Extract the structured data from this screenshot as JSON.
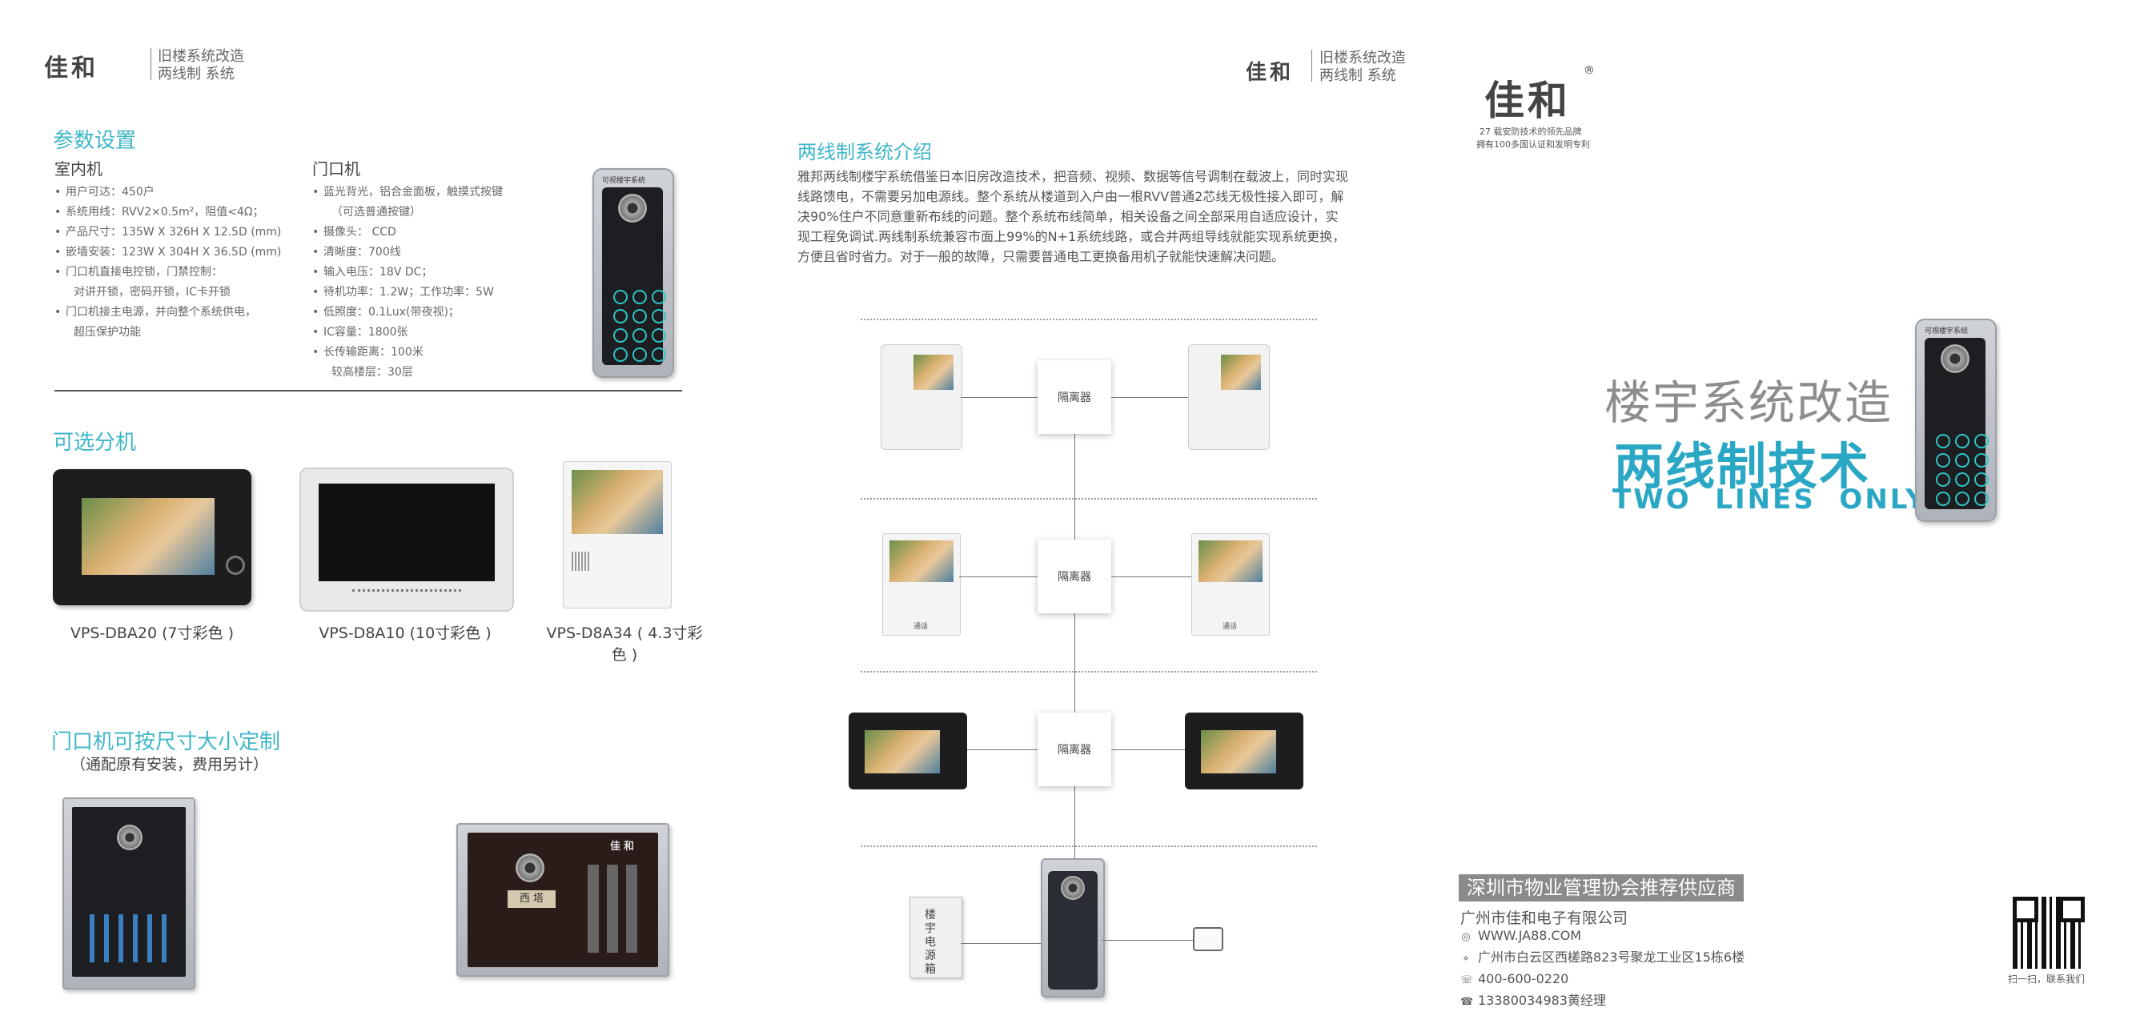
{
  "brand": {
    "logo": "佳和",
    "reg": "®",
    "tag_line1": "旧楼系统改造",
    "tag_line2": "两线制   系统",
    "slogan1": "27 载安防技术的领先品牌",
    "slogan2": "拥有100多国认证和发明专利"
  },
  "params": {
    "title": "参数设置",
    "indoor_title": "室内机",
    "indoor_specs": [
      "用户可达：450户",
      "系统用线：RVV2×0.5m²，阻值<4Ω；",
      "产品尺寸：135W X 326H X 12.5D (mm)",
      "嵌墙安装：123W X 304H X 36.5D (mm)",
      "门口机直接电控锁，门禁控制：",
      "对讲开锁，密码开锁，IC卡开锁",
      "门口机接主电源，并向整个系统供电，",
      "超压保护功能"
    ],
    "door_title": "门口机",
    "door_specs": [
      "蓝光背光，铝合金面板，触摸式按键",
      "（可选普通按键）",
      "摄像头：  CCD",
      "清晰度：700线",
      "输入电压：18V DC；",
      "待机功率：1.2W；工作功率：5W",
      "低照度：0.1Lux(带夜视)；",
      "IC容量：1800张",
      "长传输距离：100米",
      "较高楼层：30层"
    ],
    "panel_label": "可视楼宇系统"
  },
  "optional": {
    "title": "可选分机",
    "items": [
      {
        "caption": "VPS-DBA20 (7寸彩色 )"
      },
      {
        "caption": "VPS-D8A10 (10寸彩色 )"
      },
      {
        "caption": "VPS-D8A34 ( 4.3寸彩色 )"
      }
    ]
  },
  "custom": {
    "title": "门口机可按尺寸大小定制",
    "note": "（通配原有安装，费用另计）",
    "panel2_label": "西 塔"
  },
  "intro": {
    "title": "两线制系统介绍",
    "body": "雅邦两线制楼宇系统借鉴日本旧房改造技术，把音频、视频、数据等信号调制在载波上，同时实现线路馈电，不需要另加电源线。整个系统从楼道到入户由一根RVV普通2芯线无极性接入即可，解决90%住户不同意重新布线的问题。整个系统布线简单，相关设备之间全部采用自适应设计，实现工程免调试.两线制系统兼容市面上99%的N+1系统线路，或合并两组导线就能实现系统更换，方便且省时省力。对于一般的故障，只需要普通电工更换备用机子就能快速解决问题。"
  },
  "diagram": {
    "isolator": "隔离器",
    "monitor_label": "通话",
    "power_box": "楼宇电源箱"
  },
  "hero": {
    "line1": "楼宇系统改造",
    "line2": "两线制技术",
    "line3": "TWO  LINES  ONLY"
  },
  "contact": {
    "recommend": "深圳市物业管理协会推荐供应商",
    "company": "广州市佳和电子有限公司",
    "web": "WWW.JA88.COM",
    "address": "广州市白云区西槎路823号聚龙工业区15栋6楼",
    "phone1": "400-600-0220",
    "phone2": "13380034983黄经理",
    "qr_caption": "扫一扫，联系我们"
  },
  "colors": {
    "accent": "#3fb6c9",
    "hero_blue": "#2aa7c4"
  }
}
